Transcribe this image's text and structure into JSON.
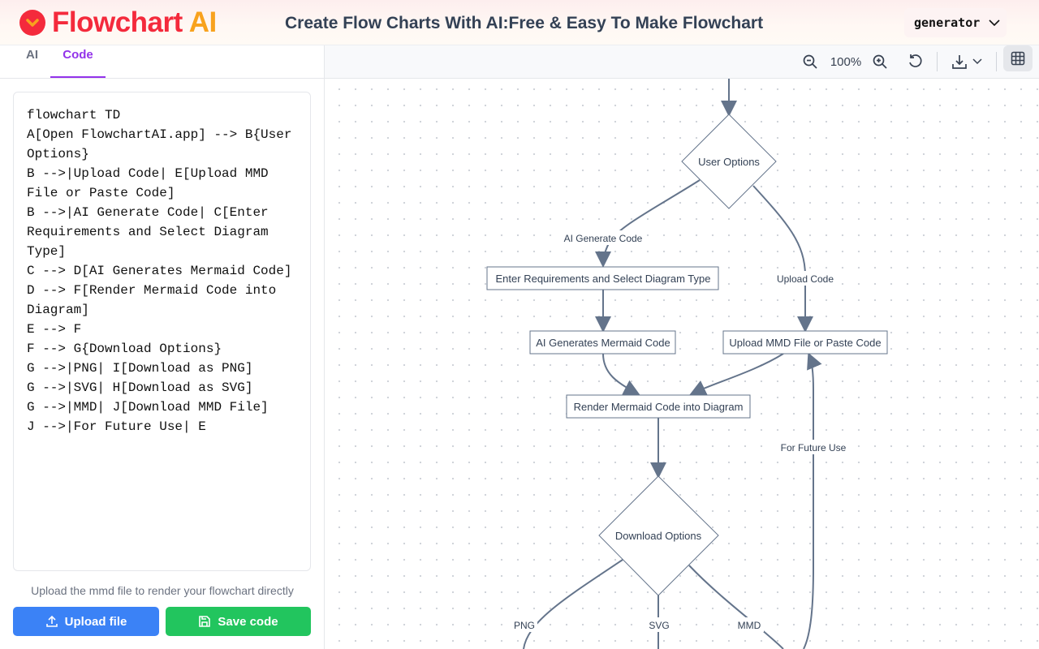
{
  "header": {
    "logo_main": "Flowchart",
    "logo_accent": "AI",
    "title": "Create Flow Charts With AI:Free & Easy To Make Flowchart",
    "generator_label": "generator"
  },
  "tabs": [
    {
      "label": "AI"
    },
    {
      "label": "Code"
    }
  ],
  "editor": {
    "code": "flowchart TD\nA[Open FlowchartAI.app] --> B{User Options}\nB -->|Upload Code| E[Upload MMD File or Paste Code]\nB -->|AI Generate Code| C[Enter Requirements and Select Diagram Type]\nC --> D[AI Generates Mermaid Code]\nD --> F[Render Mermaid Code into Diagram]\nE --> F\nF --> G{Download Options}\nG -->|PNG| I[Download as PNG]\nG -->|SVG| H[Download as SVG]\nG -->|MMD| J[Download MMD File]\nJ -->|For Future Use| E"
  },
  "hint": "Upload the mmd file to render your flowchart directly",
  "buttons": {
    "upload": "Upload file",
    "save": "Save code"
  },
  "toolbar": {
    "zoom": "100%"
  },
  "diagram": {
    "nodes": {
      "user_options": "User Options",
      "enter_req": "Enter Requirements and Select Diagram Type",
      "ai_gen": "AI Generates Mermaid Code",
      "upload_mmd": "Upload MMD File or Paste Code",
      "render": "Render Mermaid Code into Diagram",
      "download": "Download Options"
    },
    "edges": {
      "ai_generate": "AI Generate Code",
      "upload_code": "Upload Code",
      "future": "For Future Use",
      "png": "PNG",
      "svg": "SVG",
      "mmd": "MMD"
    }
  },
  "colors": {
    "brand": "#f42a3c",
    "accent": "#f8a21e",
    "tab_active": "#9333ea",
    "upload": "#3b82f6",
    "save": "#22c55e"
  }
}
